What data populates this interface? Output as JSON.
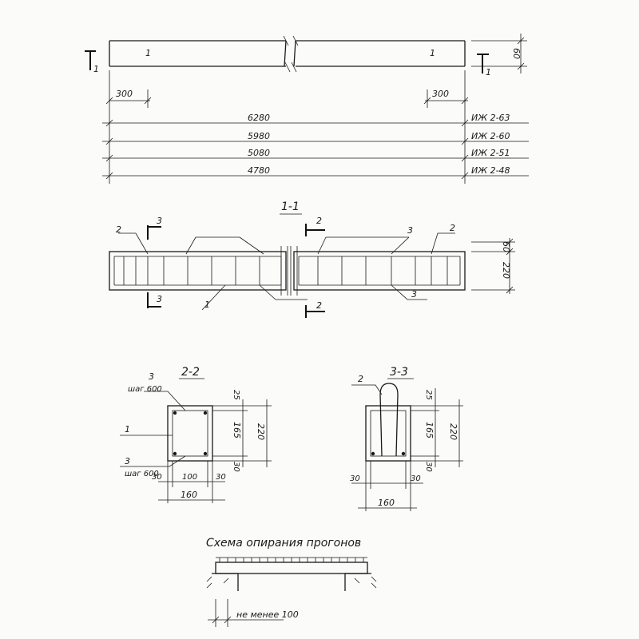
{
  "beam": {
    "end_offset_left": "300",
    "end_offset_right": "300",
    "height_dim": "60",
    "mark_label": "1",
    "section_mark": "1",
    "lengths": [
      {
        "length": "6280",
        "mark": "ИЖ 2-63"
      },
      {
        "length": "5980",
        "mark": "ИЖ 2-60"
      },
      {
        "length": "5080",
        "mark": "ИЖ 2-51"
      },
      {
        "length": "4780",
        "mark": "ИЖ 2-48"
      }
    ]
  },
  "section_1_1": {
    "title": "1-1",
    "cut_2": "2",
    "cut_3": "3",
    "pos_1": "1",
    "pos_2": "2",
    "pos_3": "3",
    "dim_top": "60",
    "dim_height": "220"
  },
  "section_2_2": {
    "title": "2-2",
    "pos_1": "1",
    "pos_3_top": "3",
    "pitch_top": "шаг 600",
    "pos_3_bottom": "3",
    "pitch_bottom": "шаг 600",
    "dim_top": "25",
    "dim_mid": "165",
    "dim_bottom": "30",
    "dim_total": "220",
    "width_left": "30",
    "width_mid": "100",
    "width_right": "30",
    "width_total": "160"
  },
  "section_3_3": {
    "title": "3-3",
    "pos_2": "2",
    "dim_top": "25",
    "dim_mid": "165",
    "dim_bottom": "30",
    "dim_total": "220",
    "width_left": "30",
    "width_right": "30",
    "width_total": "160"
  },
  "support_scheme": {
    "title": "Схема опирания прогонов",
    "min_bearing": "не менее 100"
  }
}
